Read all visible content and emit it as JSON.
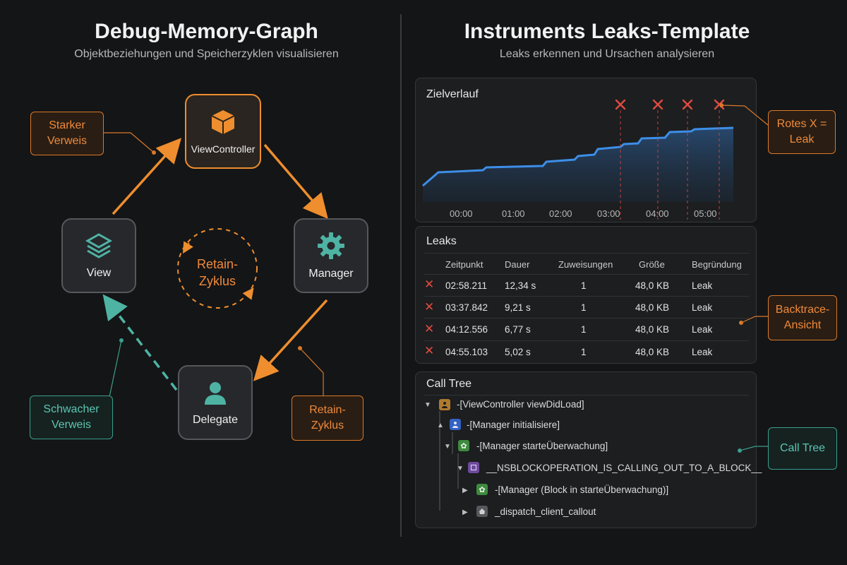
{
  "left": {
    "title": "Debug-Memory-Graph",
    "subtitle": "Objektbeziehungen und Speicherzyklen visualisieren",
    "nodes": {
      "viewcontroller": "ViewController",
      "view": "View",
      "manager": "Manager",
      "delegate": "Delegate"
    },
    "cycle_line1": "Retain-",
    "cycle_line2": "Zyklus",
    "callouts": {
      "strong_1": "Starker",
      "strong_2": "Verweis",
      "weak_1": "Schwacher",
      "weak_2": "Verweis",
      "retain_1": "Retain-",
      "retain_2": "Zyklus"
    }
  },
  "right": {
    "title": "Instruments Leaks-Template",
    "subtitle": "Leaks erkennen und Ursachen analysieren",
    "timeline": {
      "title": "Zielverlauf",
      "ticks": [
        "00:00",
        "01:00",
        "02:00",
        "03:00",
        "04:00",
        "05:00"
      ]
    },
    "leaks": {
      "title": "Leaks",
      "headers": [
        "Zeitpunkt",
        "Dauer",
        "Zuweisungen",
        "Größe",
        "Begründung"
      ],
      "rows": [
        [
          "02:58.211",
          "12,34 s",
          "1",
          "48,0 KB",
          "Leak"
        ],
        [
          "03:37.842",
          "9,21 s",
          "1",
          "48,0 KB",
          "Leak"
        ],
        [
          "04:12.556",
          "6,77 s",
          "1",
          "48,0 KB",
          "Leak"
        ],
        [
          "04:55.103",
          "5,02 s",
          "1",
          "48,0 KB",
          "Leak"
        ]
      ]
    },
    "calltree": {
      "title": "Call Tree",
      "rows": [
        "-[ViewController viewDidLoad]",
        "-[Manager initialisiere]",
        "-[Manager starteÜberwachung]",
        "__NSBLOCKOPERATION_IS_CALLING_OUT_TO_A_BLOCK__",
        "-[Manager (Block in starteÜberwachung)]",
        "_dispatch_client_callout"
      ]
    },
    "callouts": {
      "redx_1": "Rotes X =",
      "redx_2": "Leak",
      "backtrace_1": "Backtrace-",
      "backtrace_2": "Ansicht",
      "calltree": "Call Tree"
    }
  },
  "colors": {
    "accent_orange": "#ee8e2e",
    "accent_teal": "#4fb3a4",
    "graph_blue": "#3d8ee8",
    "leak_red": "#e04b3f"
  }
}
